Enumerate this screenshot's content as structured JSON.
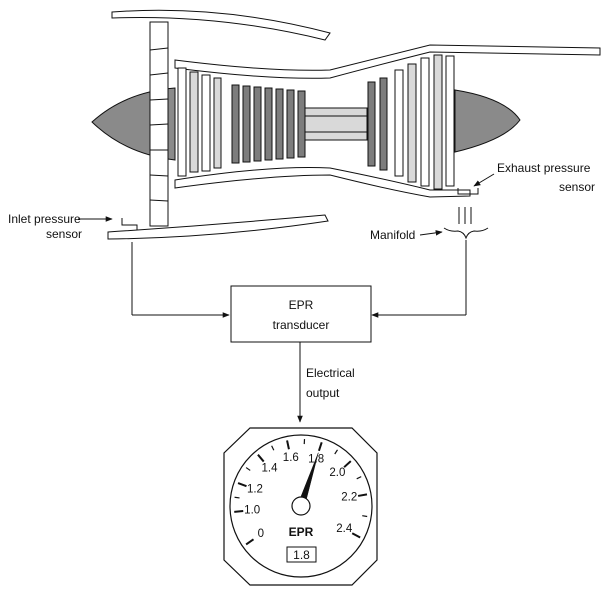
{
  "labels": {
    "inlet_line1": "Inlet pressure",
    "inlet_line2": "sensor",
    "exhaust_line1": "Exhaust pressure",
    "exhaust_line2": "sensor",
    "manifold": "Manifold",
    "transducer_line1": "EPR",
    "transducer_line2": "transducer",
    "output_line1": "Electrical",
    "output_line2": "output"
  },
  "gauge": {
    "title": "EPR",
    "readout": "1.8",
    "pointer_value": 1.8,
    "scale_min": 0,
    "scale_max": 2.4,
    "tick_labels": [
      "0",
      "1.0",
      "1.2",
      "1.4",
      "1.6",
      "1.8",
      "2.0",
      "2.2",
      "2.4"
    ]
  },
  "colors": {
    "ink": "#111111",
    "spinner": "#8a8a8a",
    "blade_dark": "#7d7d7d",
    "blade_light": "#d9d9d9"
  }
}
